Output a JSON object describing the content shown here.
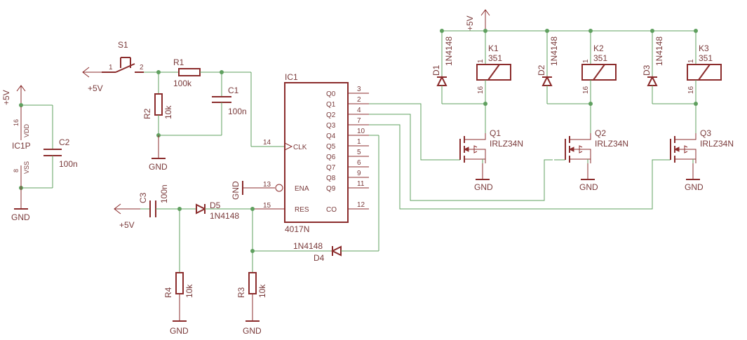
{
  "supplies": {
    "vcc": "+5V",
    "gnd": "GND"
  },
  "switch": {
    "ref": "S1",
    "pin1": "1",
    "pin2": "2"
  },
  "r1": {
    "ref": "R1",
    "value": "100k"
  },
  "r2": {
    "ref": "R2",
    "value": "10k"
  },
  "r3": {
    "ref": "R3",
    "value": "10k"
  },
  "r4": {
    "ref": "R4",
    "value": "10k"
  },
  "c1": {
    "ref": "C1",
    "value": "100n"
  },
  "c2": {
    "ref": "C2",
    "value": "100n"
  },
  "c3": {
    "ref": "C3",
    "value": "100n"
  },
  "d4": {
    "ref": "D4",
    "value": "1N4148"
  },
  "d5": {
    "ref": "D5",
    "value": "1N4148"
  },
  "ic1p": {
    "ref": "IC1P",
    "vdd": "VDD",
    "vss": "VSS",
    "pin_vdd": "16",
    "pin_vss": "8"
  },
  "ic1": {
    "ref": "IC1",
    "part": "4017N",
    "left_pins": [
      {
        "num": "14",
        "name": "CLK"
      },
      {
        "num": "13",
        "name": "ENA"
      },
      {
        "num": "15",
        "name": "RES"
      }
    ],
    "right_pins": [
      {
        "name": "Q0",
        "num": "3"
      },
      {
        "name": "Q1",
        "num": "2"
      },
      {
        "name": "Q2",
        "num": "4"
      },
      {
        "name": "Q3",
        "num": "7"
      },
      {
        "name": "Q4",
        "num": "10"
      },
      {
        "name": "Q5",
        "num": "1"
      },
      {
        "name": "Q6",
        "num": "5"
      },
      {
        "name": "Q7",
        "num": "6"
      },
      {
        "name": "Q8",
        "num": "9"
      },
      {
        "name": "Q9",
        "num": "11"
      },
      {
        "name": "CO",
        "num": "12"
      }
    ]
  },
  "relays": [
    {
      "ref": "K1",
      "value": "351",
      "pin_top": "1",
      "pin_bottom": "16"
    },
    {
      "ref": "K2",
      "value": "351",
      "pin_top": "1",
      "pin_bottom": "16"
    },
    {
      "ref": "K3",
      "value": "351",
      "pin_top": "1",
      "pin_bottom": "16"
    }
  ],
  "flyback_diodes": [
    {
      "ref": "D1",
      "value": "1N4148"
    },
    {
      "ref": "D2",
      "value": "1N4148"
    },
    {
      "ref": "D3",
      "value": "1N4148"
    }
  ],
  "mosfets": [
    {
      "ref": "Q1",
      "value": "IRLZ34N"
    },
    {
      "ref": "Q2",
      "value": "IRLZ34N"
    },
    {
      "ref": "Q3",
      "value": "IRLZ34N"
    }
  ]
}
